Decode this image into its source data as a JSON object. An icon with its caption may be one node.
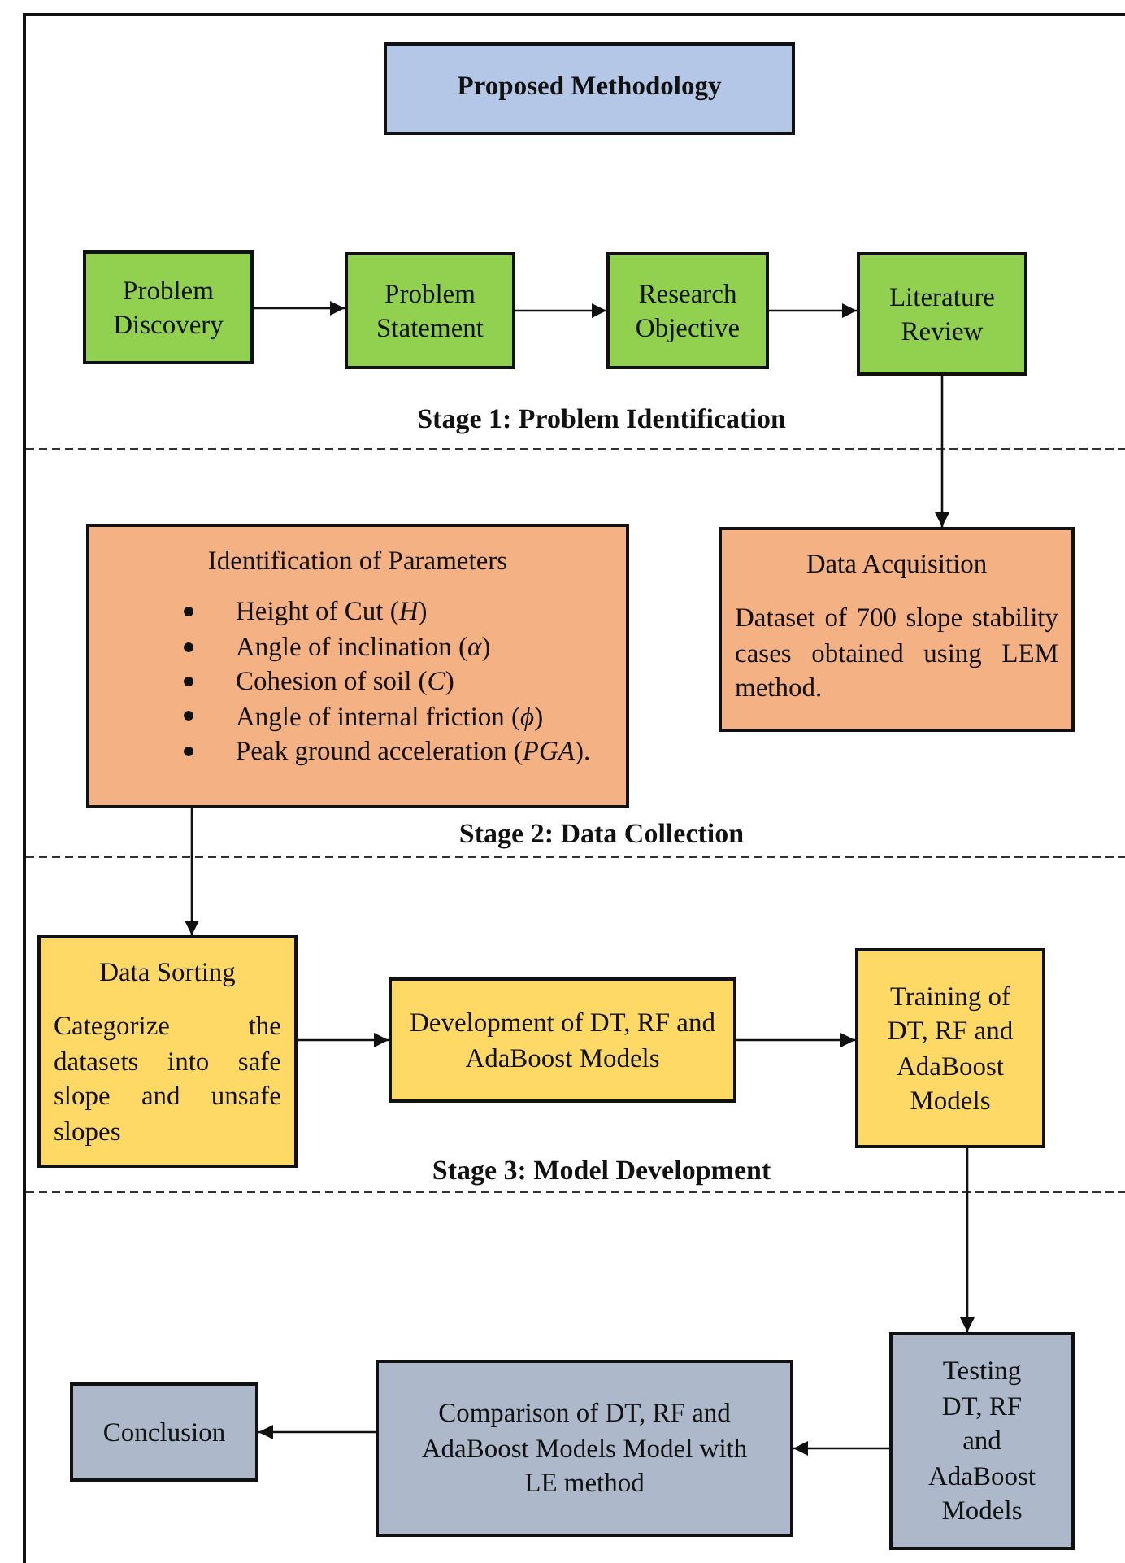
{
  "diagram": {
    "nodes": [
      {
        "text": [
          "Proposed Methodology"
        ]
      },
      {
        "text": [
          "Problem Discovery"
        ]
      },
      {
        "text": [
          "Problem Statement"
        ]
      },
      {
        "text": [
          "Research Objective"
        ]
      },
      {
        "text": [
          "Literature Review"
        ]
      },
      {
        "text": [
          "Identification of Parameters",
          "Height of Cut (*H*)",
          "Angle of inclination (*α*)",
          "Cohesion of soil (*C*)",
          "Angle of internal friction (*ϕ*)",
          "Peak ground acceleration (*PGA*)."
        ]
      },
      {
        "text": [
          "Data Acquisition",
          "Dataset of 700 slope stability cases obtained using LEM method."
        ]
      },
      {
        "text": [
          "Data Sorting",
          "Categorize the datasets into safe slope and unsafe slopes"
        ]
      },
      {
        "text": [
          "Development of DT, RF and AdaBoost Models"
        ]
      },
      {
        "text": [
          "Training of DT, RF and AdaBoost Models"
        ]
      },
      {
        "text": [
          "Testing DT, RF and AdaBoost Models"
        ]
      },
      {
        "text": [
          "Comparison of DT, RF and AdaBoost Models Model with LE method"
        ]
      },
      {
        "text": [
          "Conclusion"
        ]
      }
    ],
    "edges": [
      {
        "from": 1,
        "to": 2,
        "arrow": "to"
      },
      {
        "from": 2,
        "to": 3,
        "arrow": "to"
      },
      {
        "from": 3,
        "to": 4,
        "arrow": "to"
      },
      {
        "from": 4,
        "to": 6,
        "arrow": "to"
      },
      {
        "from": 5,
        "to": 7,
        "arrow": "to"
      },
      {
        "from": 7,
        "to": 8,
        "arrow": "to"
      },
      {
        "from": 8,
        "to": 9,
        "arrow": "to"
      },
      {
        "from": 9,
        "to": 10,
        "arrow": "to"
      },
      {
        "from": 10,
        "to": 11,
        "arrow": "to"
      },
      {
        "from": 11,
        "to": 12,
        "arrow": "to"
      }
    ],
    "labels": [
      "Stage 1: Problem Identification",
      "Stage 2: Data Collection",
      "Stage 3: Model Development"
    ]
  }
}
